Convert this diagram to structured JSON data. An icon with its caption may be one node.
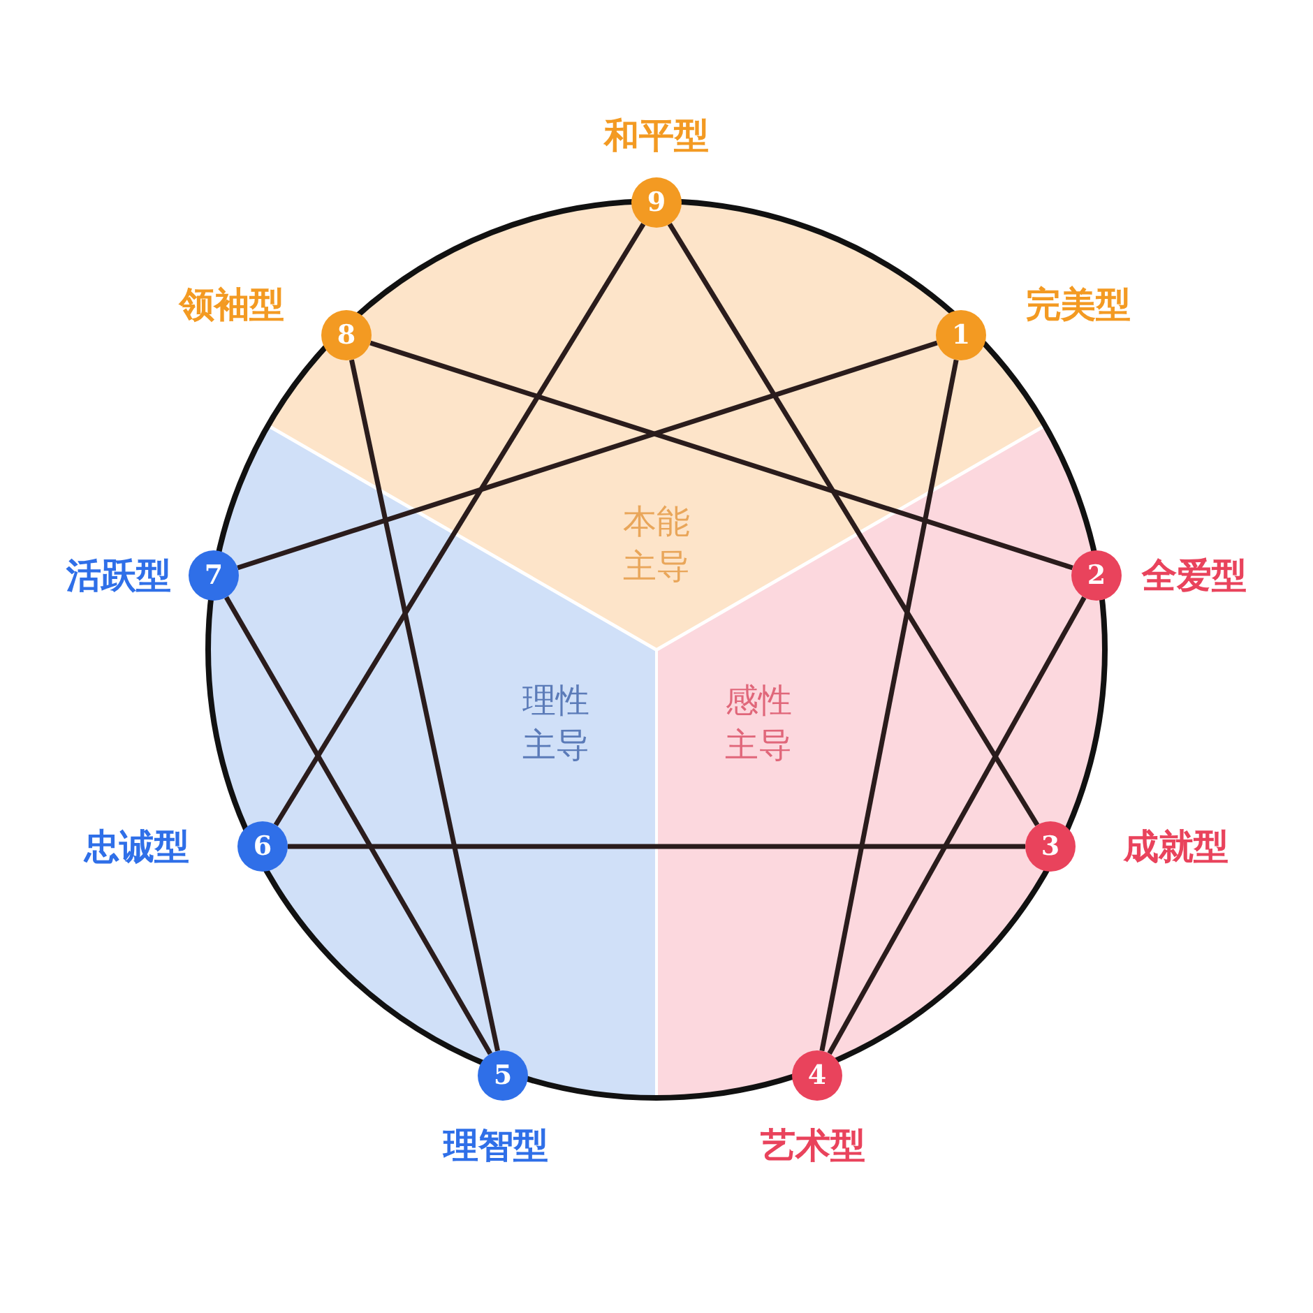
{
  "diagram": {
    "nodes": [
      {
        "text": [
          "9"
        ],
        "beside": [
          "和平型"
        ]
      },
      {
        "text": [
          "8"
        ],
        "beside": [
          "领袖型"
        ]
      },
      {
        "text": [
          "1"
        ],
        "beside": [
          "完美型"
        ]
      },
      {
        "text": [
          "7"
        ],
        "beside": [
          "活跃型"
        ]
      },
      {
        "text": [
          "2"
        ],
        "beside": [
          "全爱型"
        ]
      },
      {
        "text": [
          "6"
        ],
        "beside": [
          "忠诚型"
        ]
      },
      {
        "text": [
          "3"
        ],
        "beside": [
          "成就型"
        ]
      },
      {
        "text": [
          "5"
        ],
        "beside": [
          "理智型"
        ]
      },
      {
        "text": [
          "4"
        ],
        "beside": [
          "艺术型"
        ]
      }
    ],
    "edges": [
      {
        "from": 2,
        "to": 8,
        "arrow": "none"
      },
      {
        "from": 8,
        "to": 4,
        "arrow": "none"
      },
      {
        "from": 4,
        "to": 1,
        "arrow": "none"
      },
      {
        "from": 1,
        "to": 7,
        "arrow": "none"
      },
      {
        "from": 7,
        "to": 3,
        "arrow": "none"
      },
      {
        "from": 3,
        "to": 2,
        "arrow": "none"
      },
      {
        "from": 0,
        "to": 6,
        "arrow": "none"
      },
      {
        "from": 6,
        "to": 5,
        "arrow": "none"
      },
      {
        "from": 5,
        "to": 0,
        "arrow": "none"
      }
    ],
    "labels": [
      "本能主导",
      "理性主导",
      "感性主导"
    ]
  }
}
